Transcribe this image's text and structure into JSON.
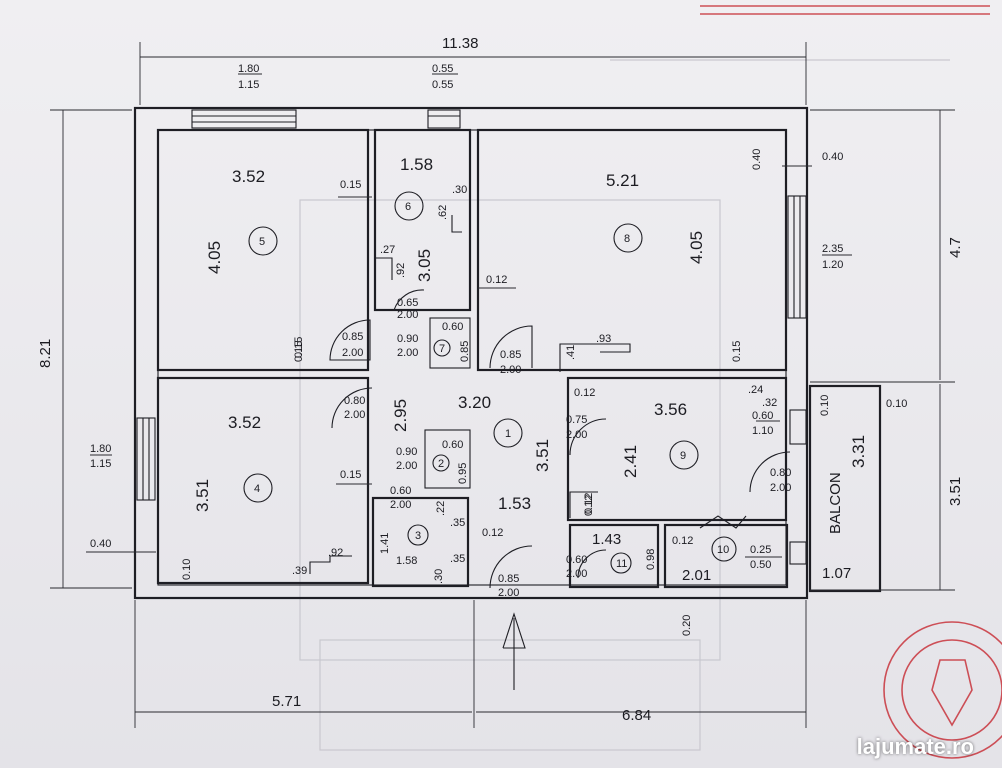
{
  "colors": {
    "ink": "#1e1e24",
    "stamp": "#c8343c",
    "paper": "#ecebee"
  },
  "dimensions": {
    "total_width": "11.38",
    "total_height": "8.21",
    "right_upper_height": "4.7",
    "right_lower_height": "3.51",
    "bottom_left_width": "5.71",
    "bottom_right_width": "6.84"
  },
  "rooms": [
    {
      "id": "5",
      "width": "3.52",
      "height": "4.05"
    },
    {
      "id": "6",
      "width": "1.58",
      "height": "3.05"
    },
    {
      "id": "8",
      "width": "5.21",
      "height": "4.05"
    },
    {
      "id": "4",
      "width": "3.52",
      "height": "3.51"
    },
    {
      "id": "1",
      "width": "3.20",
      "height": "3.51",
      "extra": "1.53",
      "side": "2.95"
    },
    {
      "id": "9",
      "width": "3.56",
      "height": "2.41"
    },
    {
      "id": "2"
    },
    {
      "id": "3",
      "width": "1.58"
    },
    {
      "id": "7"
    },
    {
      "id": "10",
      "width": "2.01"
    },
    {
      "id": "11",
      "width": "1.43"
    }
  ],
  "balcony": {
    "label": "BALCON",
    "height": "3.31",
    "width": "1.07"
  },
  "windows": [
    {
      "w": "1.80",
      "h": "1.15"
    },
    {
      "w": "0.55",
      "h": "0.55"
    },
    {
      "w": "2.35",
      "h": "1.20"
    },
    {
      "w": "1.80",
      "h": "1.15"
    },
    {
      "w": "0.60",
      "h": "1.10"
    },
    {
      "w": "0.25",
      "h": "0.50"
    }
  ],
  "doors": [
    {
      "w": "0.85",
      "h": "2.00"
    },
    {
      "w": "0.90",
      "h": "2.00"
    },
    {
      "w": "0.85",
      "h": "2.00"
    },
    {
      "w": "0.80",
      "h": "2.00"
    },
    {
      "w": "0.75",
      "h": "2.00"
    },
    {
      "w": "0.90",
      "h": "2.00"
    },
    {
      "w": "0.60",
      "h": "2.00"
    },
    {
      "w": "0.65",
      "h": "2.00"
    },
    {
      "w": "0.60",
      "h": "2.00"
    },
    {
      "w": "0.85",
      "h": "2.00"
    },
    {
      "w": "0.80",
      "h": "2.00"
    }
  ],
  "small_labels": {
    "a": "0.15",
    "b": ".30",
    "c": ".62",
    "d": "0.40",
    "e": "0.40",
    "f": ".27",
    "g": ".92",
    "h": "0.12",
    "i": "0.60",
    "j": "0.85",
    "k": "0.15",
    "l": ".93",
    "m": ".41",
    "n": "0.15",
    "o": "0.12",
    "p": ".24",
    "q": ".32",
    "r": "0.10",
    "s": "0.10",
    "t": "0.60",
    "u": "0.95",
    "v": "0.15",
    "w": ".22",
    "x": ".35",
    "y": "1.41",
    "z": ".35",
    "aa": ".30",
    "ab": "0.12",
    "ac": "0.12",
    "ad": "0.98",
    "ae": "0.12",
    "af": "0.40",
    "ag": "0.10",
    "ah": ".39",
    "ai": ".92",
    "aj": "0.20",
    "ak": "0.12",
    "al": "0.15"
  },
  "watermark": "lajumate.ro"
}
